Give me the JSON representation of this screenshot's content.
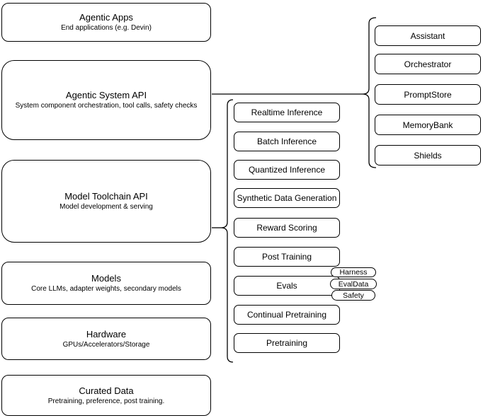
{
  "diagram": {
    "stack": [
      {
        "title": "Agentic Apps",
        "subtitle": "End applications (e.g. Devin)"
      },
      {
        "title": "Agentic System API",
        "subtitle": "System component orchestration, tool calls, safety checks"
      },
      {
        "title": "Model Toolchain API",
        "subtitle": "Model development & serving"
      },
      {
        "title": "Models",
        "subtitle": "Core LLMs, adapter weights, secondary models"
      },
      {
        "title": "Hardware",
        "subtitle": "GPUs/Accelerators/Storage"
      },
      {
        "title": "Curated Data",
        "subtitle": "Pretraining, preference, post training."
      }
    ],
    "toolchain_items": [
      "Realtime Inference",
      "Batch Inference",
      "Quantized Inference",
      "Synthetic Data Generation",
      "Reward Scoring",
      "Post Training",
      "Evals",
      "Continual Pretraining",
      "Pretraining"
    ],
    "eval_tags": [
      "Harness",
      "EvalData",
      "Safety"
    ],
    "system_components": [
      "Assistant",
      "Orchestrator",
      "PromptStore",
      "MemoryBank",
      "Shields"
    ],
    "colors": {
      "stroke": "#000000",
      "fill": "#ffffff",
      "text": "#000000"
    }
  }
}
